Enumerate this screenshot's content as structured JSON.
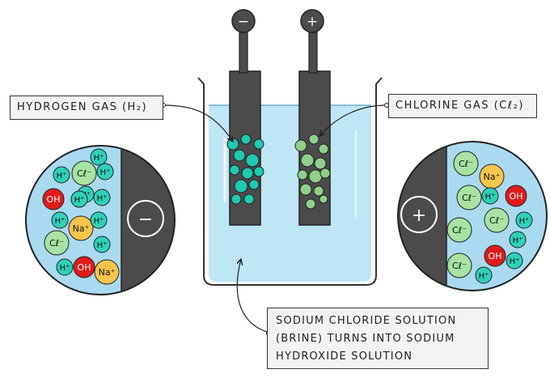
{
  "electrodes": {
    "negative_symbol": "−",
    "positive_symbol": "+"
  },
  "labels": {
    "hydrogen": "HYDROGEN GAS (H₂)",
    "chlorine": "CHLORINE GAS (Cℓ₂)",
    "solution_lines": [
      "SODIUM CHLORIDE SOLUTION",
      "(BRINE) TURNS INTO SODIUM",
      "HYDROXIDE SOLUTION"
    ]
  },
  "zoom_cathode": {
    "electrode_symbol": "−",
    "ions": [
      {
        "text": "H⁺",
        "kind": "h"
      },
      {
        "text": "Cℓ⁻",
        "kind": "cl"
      },
      {
        "text": "H⁺",
        "kind": "h"
      },
      {
        "text": "H⁺",
        "kind": "h"
      },
      {
        "text": "H⁺",
        "kind": "h"
      },
      {
        "text": "OH",
        "kind": "oh"
      },
      {
        "text": "H⁺",
        "kind": "h"
      },
      {
        "text": "H⁺",
        "kind": "h"
      },
      {
        "text": "H⁺",
        "kind": "h"
      },
      {
        "text": "Na⁺",
        "kind": "na"
      },
      {
        "text": "H⁺",
        "kind": "h"
      },
      {
        "text": "Cℓ⁻",
        "kind": "cl"
      },
      {
        "text": "H⁺",
        "kind": "h"
      },
      {
        "text": "H⁺",
        "kind": "h"
      },
      {
        "text": "OH",
        "kind": "oh"
      },
      {
        "text": "Na⁺",
        "kind": "na"
      }
    ]
  },
  "zoom_anode": {
    "electrode_symbol": "+",
    "ions": [
      {
        "text": "Cℓ⁻",
        "kind": "cl"
      },
      {
        "text": "Na⁺",
        "kind": "na"
      },
      {
        "text": "Cℓ⁻",
        "kind": "cl"
      },
      {
        "text": "H⁺",
        "kind": "h"
      },
      {
        "text": "OH",
        "kind": "oh"
      },
      {
        "text": "Cℓ⁻",
        "kind": "cl"
      },
      {
        "text": "Cℓ⁻",
        "kind": "cl"
      },
      {
        "text": "H⁺",
        "kind": "h"
      },
      {
        "text": "H⁺",
        "kind": "h"
      },
      {
        "text": "Cℓ⁻",
        "kind": "cl"
      },
      {
        "text": "OH",
        "kind": "oh"
      },
      {
        "text": "H⁺",
        "kind": "h"
      },
      {
        "text": "H⁺",
        "kind": "h"
      }
    ]
  },
  "colors": {
    "solution": "#bfe6f5",
    "zoom_fill": "#a9daf0",
    "electrode": "#4b4b4b",
    "h_ion": "#2fd1b8",
    "cl_ion": "#a7e3a2",
    "na_ion": "#f7c44c",
    "oh_ion": "#e01b1b",
    "h2_bubble": "#1fc9b0",
    "cl2_bubble": "#8fd18a"
  }
}
